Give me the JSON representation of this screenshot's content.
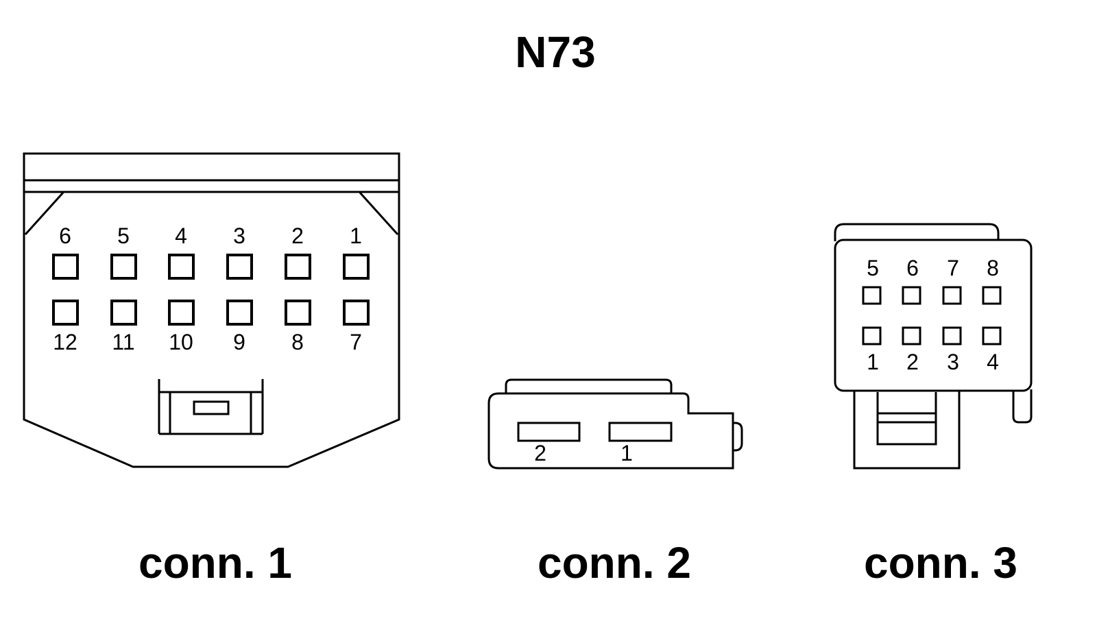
{
  "title": "N73",
  "connectors": [
    {
      "caption": "conn. 1",
      "top_row_pins": [
        "6",
        "5",
        "4",
        "3",
        "2",
        "1"
      ],
      "bottom_row_pins": [
        "12",
        "11",
        "10",
        "9",
        "8",
        "7"
      ]
    },
    {
      "caption": "conn. 2",
      "pins": [
        "2",
        "1"
      ]
    },
    {
      "caption": "conn. 3",
      "top_row_pins": [
        "5",
        "6",
        "7",
        "8"
      ],
      "bottom_row_pins": [
        "1",
        "2",
        "3",
        "4"
      ]
    }
  ]
}
